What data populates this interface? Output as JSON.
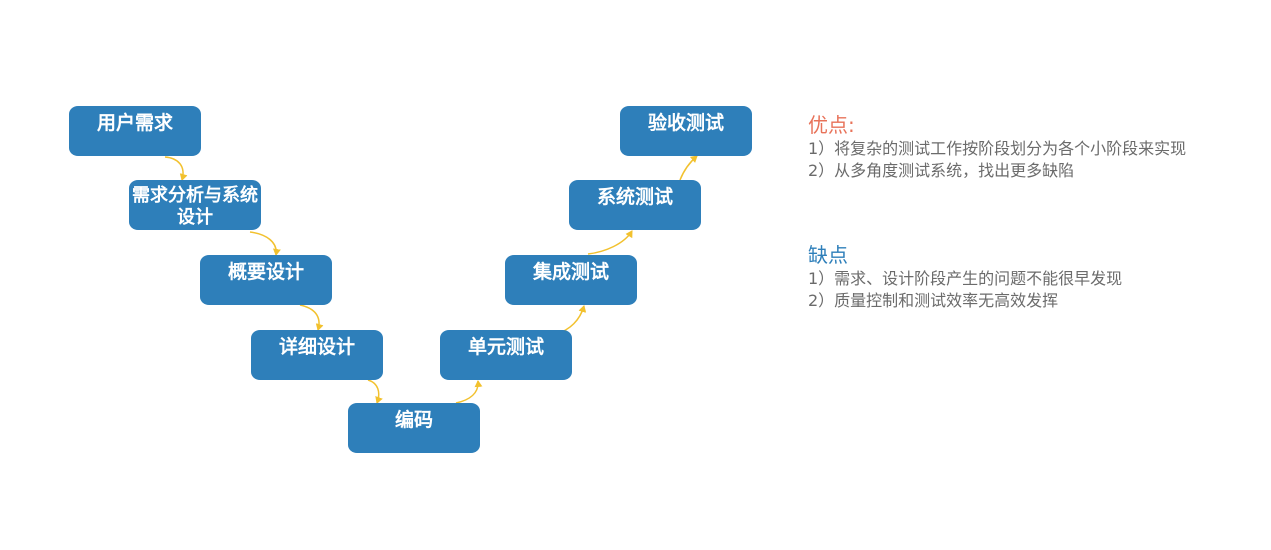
{
  "stages": {
    "user_requirements": "用户需求",
    "requirements_analysis": "需求分析与系统设计",
    "high_level_design": "概要设计",
    "detailed_design": "详细设计",
    "coding": "编码",
    "unit_testing": "单元测试",
    "integration_testing": "集成测试",
    "system_testing": "系统测试",
    "acceptance_testing": "验收测试"
  },
  "advantages": {
    "heading": "优点:",
    "items": [
      "1）将复杂的测试工作按阶段划分为各个小阶段来实现",
      "2）从多角度测试系统，找出更多缺陷"
    ]
  },
  "disadvantages": {
    "heading": "缺点",
    "items": [
      "1）需求、设计阶段产生的问题不能很早发现",
      "2）质量控制和测试效率无高效发挥"
    ]
  },
  "colors": {
    "box_fill": "#2e7fba",
    "box_text": "#ffffff",
    "arrow": "#f2c12e",
    "advantages_heading": "#e8735a",
    "disadvantages_heading": "#2e7fba",
    "note_text": "#6b6b6b"
  }
}
